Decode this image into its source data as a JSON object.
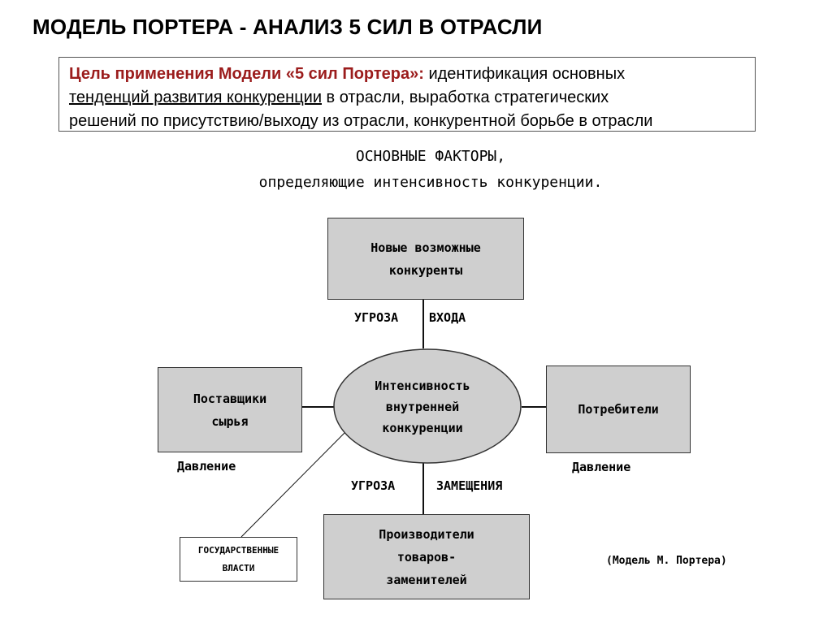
{
  "title": "МОДЕЛЬ ПОРТЕРА - АНАЛИЗ 5 СИЛ В ОТРАСЛИ",
  "goal": {
    "label": "Цель применения Модели «5 сил Портера»:",
    "text1": " идентификация основных",
    "underlined": "тенденций развития конкуренции",
    "text2": " в отрасли, выработка стратегических",
    "line3": "решений по присутствию/выходу из отрасли, конкурентной борьбе в отрасли"
  },
  "heading": {
    "line1": "ОСНОВНЫЕ ФАКТОРЫ,",
    "line2": "определяющие интенсивность конкуренции."
  },
  "nodes": {
    "new_competitors": [
      "Новые возможные",
      "конкуренты"
    ],
    "suppliers": [
      "Поставщики",
      "сырья"
    ],
    "center": [
      "Интенсивность",
      "внутренней",
      "конкуренции"
    ],
    "consumers": [
      "Потребители"
    ],
    "substitutes": [
      "Производители",
      "товаров-",
      "заменителей"
    ],
    "government": [
      "ГОСУДАРСТВЕННЫЕ",
      "ВЛАСТИ"
    ]
  },
  "labels": {
    "entry_threat_1": "УГРОЗА",
    "entry_threat_2": "ВХОДА",
    "substitution_1": "УГРОЗА",
    "substitution_2": "ЗАМЕЩЕНИЯ",
    "pressure_left": "Давление",
    "pressure_right": "Давление",
    "caption": "(Модель М. Портера)"
  },
  "colors": {
    "accent": "#9b1c1c",
    "box_fill": "#cfcfcf"
  }
}
